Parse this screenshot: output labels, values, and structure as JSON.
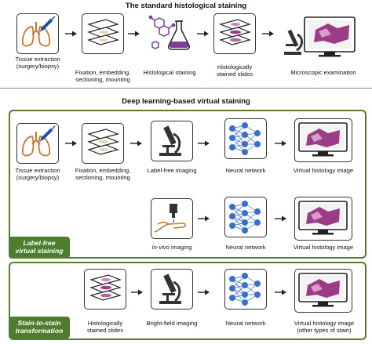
{
  "top": {
    "title": "The standard histological staining",
    "steps": [
      {
        "caption": "Tissue extraction\n(surgery/biopsy)",
        "icon": "lungs-syringe-icon"
      },
      {
        "caption": "Fixation, embedding,\nsectioning, mounting",
        "icon": "tissue-slides-icon"
      },
      {
        "caption": "Histological staining",
        "icon": "molecule-flask-icon"
      },
      {
        "caption": "Histologically\nstained slides",
        "icon": "stained-slides-icon"
      },
      {
        "caption": "Microscopic examination",
        "icon": "microscope-monitor-icon"
      }
    ]
  },
  "virtual": {
    "title": "Deep learning-based virtual staining",
    "row1": [
      {
        "caption": "Tissue extraction\n(surgery/biopsy)",
        "icon": "lungs-syringe-icon"
      },
      {
        "caption": "Fixation, embedding,\nsectioning, mounting",
        "icon": "tissue-slides-icon"
      },
      {
        "caption": "Label-free imaging",
        "icon": "microscope-icon"
      },
      {
        "caption": "Neural network",
        "icon": "neural-network-icon"
      },
      {
        "caption": "Virtual histology image",
        "icon": "monitor-histology-icon"
      }
    ],
    "row2": [
      {
        "caption_prefix": "In-vivo",
        "caption_suffix": " imaging",
        "icon": "hand-probe-icon"
      },
      {
        "caption": "Neural network",
        "icon": "neural-network-icon"
      },
      {
        "caption": "Virtual histology image",
        "icon": "monitor-histology-icon"
      }
    ],
    "tag": "Label-free\nvirtual staining"
  },
  "stain": {
    "row": [
      {
        "caption": "Histologically\nstained slides",
        "icon": "stained-slides-icon"
      },
      {
        "caption": "Bright-field imaging",
        "icon": "microscope-icon"
      },
      {
        "caption": "Neural network",
        "icon": "neural-network-icon"
      },
      {
        "caption": "Virtual histology image\n(other types of stain)",
        "icon": "monitor-histology-icon"
      }
    ],
    "tag": "Stain-to-stain\ntransformation"
  },
  "colors": {
    "panel_border": "#5a7a2e",
    "tag_bg": "#4e7d2f",
    "lung": "#c8782e",
    "network": "#3a6fc9",
    "stain": "#9c3c86",
    "molecule": "#7a3f98"
  }
}
